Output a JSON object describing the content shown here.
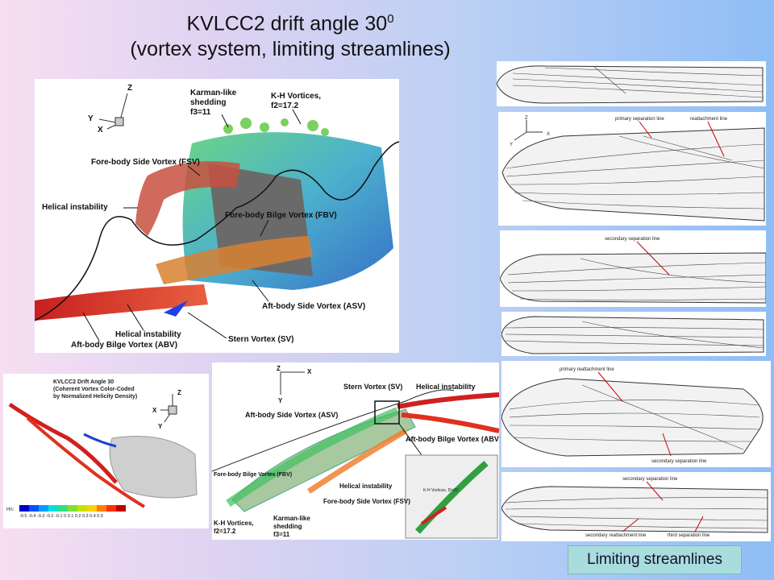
{
  "slide": {
    "title_line1": "KVLCC2 drift angle 30",
    "title_sup": "0",
    "title_line2": "(vortex system, limiting streamlines)",
    "caption": "Limiting streamlines"
  },
  "main_figure": {
    "axes": {
      "z": "Z",
      "y": "Y",
      "x": "X"
    },
    "labels": {
      "karman_1": "Karman-like",
      "karman_2": "shedding",
      "karman_3": "f3=11",
      "kh_1": "K-H Vortices,",
      "kh_2": "f2=17.2",
      "fsv": "Fore-body Side Vortex (FSV)",
      "helical_1": "Helical instability",
      "fbv": "Fore-body Bilge Vortex (FBV)",
      "asv": "Aft-body Side Vortex (ASV)",
      "helical_2": "Helical instability",
      "abv": "Aft-body Bilge Vortex (ABV)",
      "sv": "Stern Vortex (SV)"
    }
  },
  "helicity_figure": {
    "title_1": "KVLCC2 Drift Angle 30",
    "title_2": "(Coherent Vortex Color-Coded",
    "title_3": "by Normalized Helicity Density)",
    "axes": {
      "z": "Z",
      "x": "X",
      "y": "Y"
    },
    "legend_prefix": "Hn:",
    "legend_ticks": "-0.5 -0.4 -0.3 -0.2 -0.1 0 0.1 0.2 0.3 0.4 0.5",
    "colors": [
      "#0000c8",
      "#0050ff",
      "#00a0ff",
      "#00e0e0",
      "#30e080",
      "#80e030",
      "#c8e000",
      "#ffd000",
      "#ff8000",
      "#ff3000",
      "#c00000"
    ]
  },
  "bottom_figure": {
    "axes": {
      "z": "Z",
      "x": "X",
      "y": "Y"
    },
    "labels": {
      "sv": "Stern Vortex (SV)",
      "helical_top": "Helical instability",
      "asv": "Aft-body Side Vortex (ASV)",
      "abv": "Aft-body Bilge Vortex (ABV)",
      "fbv": "Fore-body Bilge Vortex (FBV)",
      "helical": "Helical instability",
      "fsv": "Fore-body Side Vortex (FSV)",
      "kh_1": "K-H Vortices,",
      "kh_2": "f2=17.2",
      "karman_1": "Karman-like",
      "karman_2": "shedding",
      "karman_3": "f3=11",
      "inset": "K-H Vortices, f2=22"
    }
  },
  "streamline_panels": {
    "p2_primary": "primary separation line",
    "p2_reattach": "reattachment line",
    "p2_axes": {
      "z": "Z",
      "x": "X",
      "y": "Y"
    },
    "p3_secondary": "secondary separation line",
    "p5_primary_reattach": "primary reattachment line",
    "p5_secondary": "secondary separation line",
    "p6_secondary_top": "secondary separation line",
    "p6_secondary_reattach": "secondary reattachment line",
    "p6_third": "third separation line"
  }
}
